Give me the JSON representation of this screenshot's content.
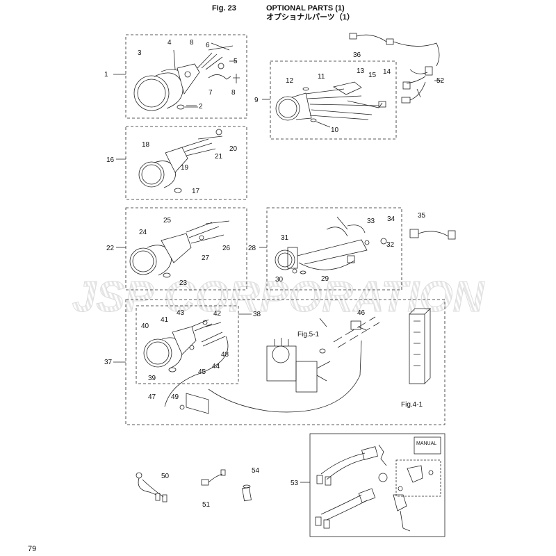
{
  "header": {
    "fig": "Fig. 23",
    "title_en": "OPTIONAL PARTS (1)",
    "title_jp": "オプショナルパーツ（1）"
  },
  "watermark": "JSP CORPORATION",
  "page_number": "79",
  "manual_box_label": "MANUAL",
  "callouts": [
    {
      "id": "c1",
      "label": "1"
    },
    {
      "id": "c2",
      "label": "2"
    },
    {
      "id": "c3",
      "label": "3"
    },
    {
      "id": "c4",
      "label": "4"
    },
    {
      "id": "c5",
      "label": "5"
    },
    {
      "id": "c6",
      "label": "6"
    },
    {
      "id": "c7",
      "label": "7"
    },
    {
      "id": "c8a",
      "label": "8"
    },
    {
      "id": "c8b",
      "label": "8"
    },
    {
      "id": "c9",
      "label": "9"
    },
    {
      "id": "c10",
      "label": "10"
    },
    {
      "id": "c11",
      "label": "11"
    },
    {
      "id": "c12",
      "label": "12"
    },
    {
      "id": "c13",
      "label": "13"
    },
    {
      "id": "c14",
      "label": "14"
    },
    {
      "id": "c15",
      "label": "15"
    },
    {
      "id": "c16",
      "label": "16"
    },
    {
      "id": "c17",
      "label": "17"
    },
    {
      "id": "c18",
      "label": "18"
    },
    {
      "id": "c19",
      "label": "19"
    },
    {
      "id": "c20",
      "label": "20"
    },
    {
      "id": "c21",
      "label": "21"
    },
    {
      "id": "c22",
      "label": "22"
    },
    {
      "id": "c23",
      "label": "23"
    },
    {
      "id": "c24",
      "label": "24"
    },
    {
      "id": "c25",
      "label": "25"
    },
    {
      "id": "c26",
      "label": "26"
    },
    {
      "id": "c27",
      "label": "27"
    },
    {
      "id": "c28",
      "label": "28"
    },
    {
      "id": "c29",
      "label": "29"
    },
    {
      "id": "c30",
      "label": "30"
    },
    {
      "id": "c31",
      "label": "31"
    },
    {
      "id": "c32",
      "label": "32"
    },
    {
      "id": "c33",
      "label": "33"
    },
    {
      "id": "c34",
      "label": "34"
    },
    {
      "id": "c35",
      "label": "35"
    },
    {
      "id": "c36",
      "label": "36"
    },
    {
      "id": "c37",
      "label": "37"
    },
    {
      "id": "c38",
      "label": "38"
    },
    {
      "id": "c39",
      "label": "39"
    },
    {
      "id": "c40",
      "label": "40"
    },
    {
      "id": "c41",
      "label": "41"
    },
    {
      "id": "c42",
      "label": "42"
    },
    {
      "id": "c43",
      "label": "43"
    },
    {
      "id": "c44",
      "label": "44"
    },
    {
      "id": "c45",
      "label": "45"
    },
    {
      "id": "c46",
      "label": "46"
    },
    {
      "id": "c47",
      "label": "47"
    },
    {
      "id": "c48",
      "label": "48"
    },
    {
      "id": "c49",
      "label": "49"
    },
    {
      "id": "c50",
      "label": "50"
    },
    {
      "id": "c51",
      "label": "51"
    },
    {
      "id": "c52",
      "label": "52"
    },
    {
      "id": "c53",
      "label": "53"
    },
    {
      "id": "c54",
      "label": "54"
    },
    {
      "id": "cfig51",
      "label": "Fig.5-1"
    },
    {
      "id": "cfig41",
      "label": "Fig.4-1"
    }
  ]
}
